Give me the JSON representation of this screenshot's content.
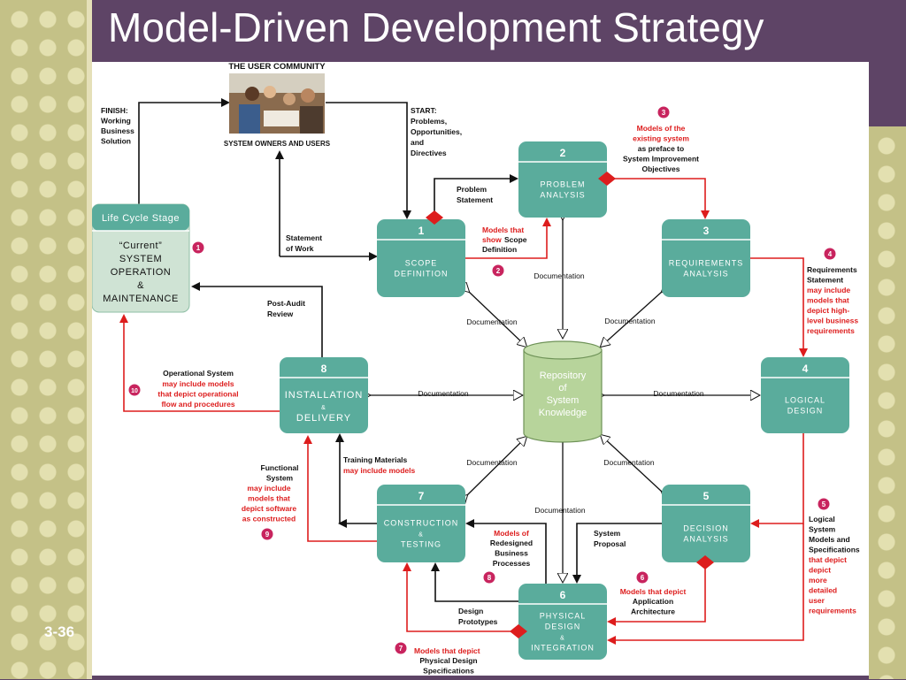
{
  "slide": {
    "title": "Model-Driven Development Strategy",
    "number": "3-36"
  },
  "community": {
    "heading": "THE USER COMMUNITY",
    "label": "SYSTEM OWNERS AND USERS"
  },
  "repository": [
    "Repository",
    "of",
    "System",
    "Knowledge"
  ],
  "lifecycle": {
    "header": "Life Cycle Stage",
    "body": [
      "“Current”",
      "SYSTEM",
      "OPERATION",
      "&",
      "MAINTENANCE"
    ]
  },
  "phases": [
    {
      "num": "1",
      "lines": [
        "SCOPE",
        "DEFINITION"
      ]
    },
    {
      "num": "2",
      "lines": [
        "PROBLEM",
        "ANALYSIS"
      ]
    },
    {
      "num": "3",
      "lines": [
        "REQUIREMENTS",
        "ANALYSIS"
      ]
    },
    {
      "num": "4",
      "lines": [
        "LOGICAL",
        "DESIGN"
      ]
    },
    {
      "num": "5",
      "lines": [
        "DECISION",
        "ANALYSIS"
      ]
    },
    {
      "num": "6",
      "lines": [
        "PHYSICAL",
        "DESIGN",
        "&",
        "INTEGRATION"
      ]
    },
    {
      "num": "7",
      "lines": [
        "CONSTRUCTION",
        "&",
        "TESTING"
      ]
    },
    {
      "num": "8",
      "lines": [
        "INSTALLATION",
        "&",
        "DELIVERY"
      ]
    }
  ],
  "badges": [
    "1",
    "2",
    "3",
    "4",
    "5",
    "6",
    "7",
    "8",
    "9",
    "10"
  ],
  "doc_label": "Documentation",
  "labels": {
    "finish": [
      "FINISH:",
      "Working",
      "Business",
      "Solution"
    ],
    "start": [
      "START:",
      "Problems,",
      "Opportunities,",
      "and",
      "Directives"
    ],
    "statement_of_work": [
      "Statement",
      "of Work"
    ],
    "problem_statement": [
      "Problem",
      "Statement"
    ],
    "post_audit": [
      "Post-Audit",
      "Review"
    ],
    "system_proposal": [
      "System",
      "Proposal"
    ],
    "design_prototypes": [
      "Design",
      "Prototypes"
    ]
  },
  "notes": {
    "n2": [
      [
        "Models that",
        "red"
      ],
      [
        "show",
        "red",
        "Scope"
      ],
      [
        "Definition",
        "black"
      ]
    ],
    "n3": [
      "Models of the",
      "existing system",
      "as preface to",
      "System Improvement",
      "Objectives"
    ],
    "n4": [
      "Requirements",
      "Statement",
      "may include",
      "models that",
      "depict high-",
      "level business",
      "requirements"
    ],
    "n5": [
      "Logical",
      "System",
      "Models and",
      "Specifications",
      "that depict",
      "depict",
      "more",
      "detailed",
      "user",
      "requirements"
    ],
    "n6": [
      "Models that depict",
      "Application",
      "Architecture"
    ],
    "n7": [
      "Models that depict",
      "Physical Design",
      "Specifications"
    ],
    "n8": [
      "Models of",
      "Redesigned",
      "Business",
      "Processes"
    ],
    "n9": [
      "Functional",
      "System",
      "may include",
      "models that",
      "depict software",
      "as constructed"
    ],
    "n10": [
      "Operational System",
      "may include models",
      "that depict operational",
      "flow and procedures"
    ],
    "training": [
      "Training Materials",
      "may include models"
    ]
  },
  "colors": {
    "teal": "#5aac9c",
    "red": "#dd1d1d",
    "badge": "#c8245e",
    "repo": "#b7d49b",
    "purple": "#5e4466"
  }
}
